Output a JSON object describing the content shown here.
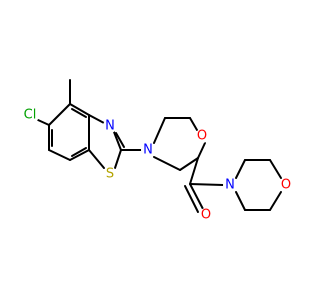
{
  "molecule": {
    "colors": {
      "bond": "#000000",
      "nitrogen": "#0000ff",
      "oxygen": "#ff0000",
      "sulfur": "#b3a300",
      "chlorine": "#00a000"
    },
    "atoms": {
      "cl": "Cl",
      "n_thiazole": "N",
      "s_thiazole": "S",
      "n_morpholine_ring": "N",
      "o_morpholine_ring": "O",
      "o_carbonyl": "O",
      "n_morpholine_amide": "N",
      "o_morpholine_amide": "O"
    }
  }
}
